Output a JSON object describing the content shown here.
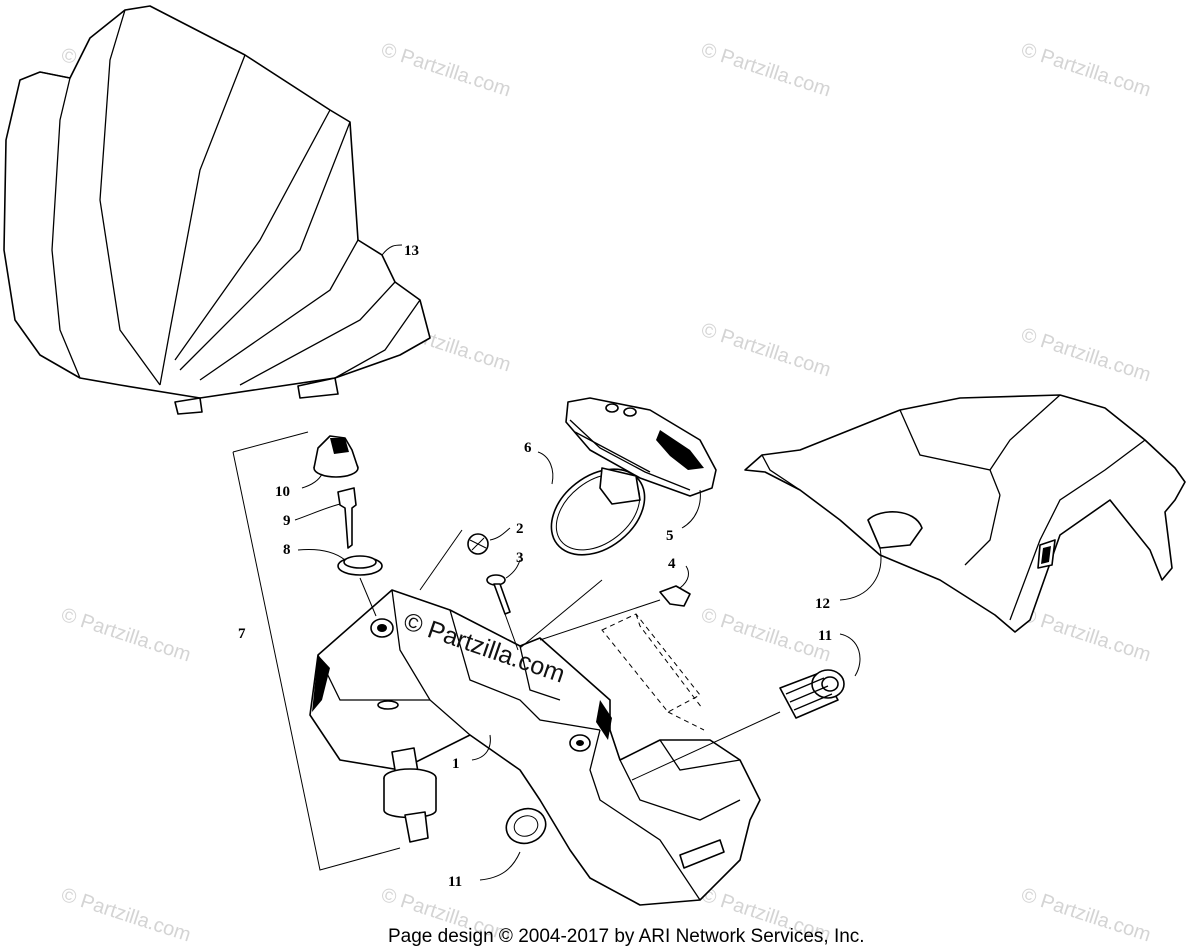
{
  "diagram": {
    "callouts": [
      {
        "id": "13",
        "label": "13"
      },
      {
        "id": "10",
        "label": "10"
      },
      {
        "id": "9",
        "label": "9"
      },
      {
        "id": "8",
        "label": "8"
      },
      {
        "id": "7",
        "label": "7"
      },
      {
        "id": "6",
        "label": "6"
      },
      {
        "id": "5",
        "label": "5"
      },
      {
        "id": "2",
        "label": "2"
      },
      {
        "id": "3",
        "label": "3"
      },
      {
        "id": "4",
        "label": "4"
      },
      {
        "id": "12",
        "label": "12"
      },
      {
        "id": "11a",
        "label": "11"
      },
      {
        "id": "1",
        "label": "1"
      },
      {
        "id": "11b",
        "label": "11"
      }
    ],
    "watermark_text": "© Partzilla.com",
    "center_watermark": "© Partzilla.com"
  },
  "footer": {
    "text": "Page design © 2004-2017 by ARI Network Services, Inc."
  }
}
